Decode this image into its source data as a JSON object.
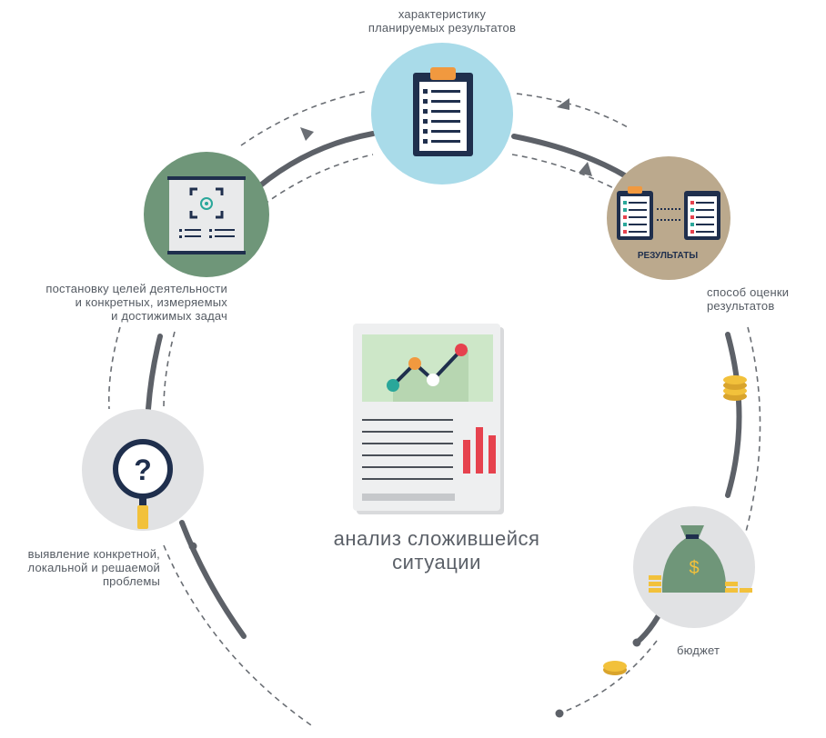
{
  "colors": {
    "track": "#5d6168",
    "dash": "#6a6e74",
    "node_planned": "#a9dbe9",
    "node_goals": "#6f9679",
    "node_results": "#bba98d",
    "node_problem": "#e1e2e4",
    "node_budget": "#e1e2e4",
    "accent_red": "#e6424e",
    "accent_orange": "#f1993f",
    "accent_teal": "#2aa79a",
    "navy": "#1f2f4d",
    "gold": "#f2c13b",
    "money_green": "#6f9679"
  },
  "nodes": {
    "planned": {
      "label": "характеристику\nпланируемых результатов",
      "icon": "clipboard-icon"
    },
    "goals": {
      "label": "постановку целей деятельности\nи конкретных, измеряемых\nи достижимых задач",
      "icon": "target-screen-icon"
    },
    "results": {
      "label": "способ оценки\nрезультатов",
      "badge": "РЕЗУЛЬТАТЫ",
      "icon": "compare-checklists-icon"
    },
    "problem": {
      "label": "выявление конкретной,\nлокальной и решаемой\nпроблемы",
      "icon": "magnifier-question-icon"
    },
    "budget": {
      "label": "бюджет",
      "icon": "money-bag-icon",
      "currency_symbol": "$"
    }
  },
  "center": {
    "title": "анализ сложившейся\nситуации",
    "icon": "report-chart-icon"
  }
}
